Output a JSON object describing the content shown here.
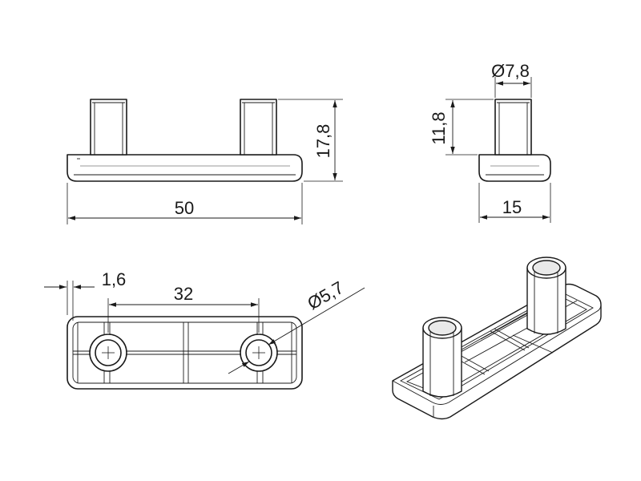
{
  "dimensions": {
    "length": "50",
    "height": "17,8",
    "pin_diameter": "Ø7,8",
    "pin_height": "11,8",
    "width": "15",
    "wall": "1,6",
    "pin_spacing": "32",
    "bore_diameter": "Ø5,7"
  }
}
